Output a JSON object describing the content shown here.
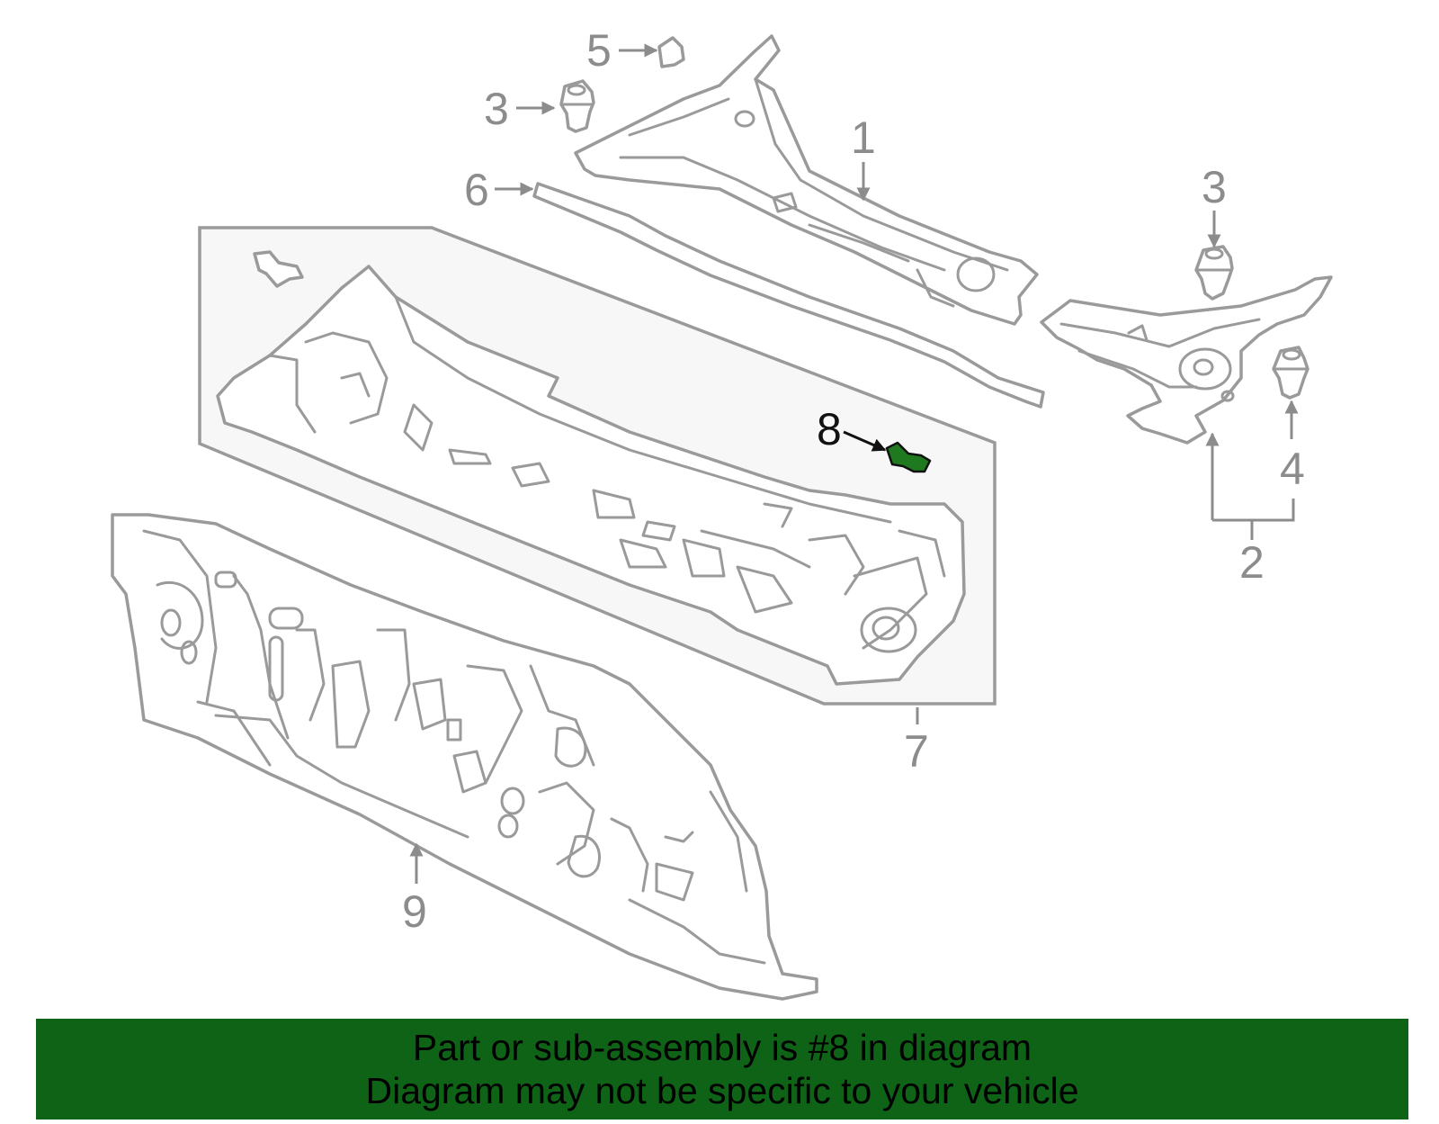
{
  "callouts": {
    "c1": "1",
    "c2": "2",
    "c3a": "3",
    "c3b": "3",
    "c4": "4",
    "c5": "5",
    "c6": "6",
    "c7": "7",
    "c8": "8",
    "c9": "9"
  },
  "highlight_part": "8",
  "colors": {
    "line": "#9a9a9a",
    "highlight_part": "#1f7a1f",
    "banner_bg": "#0f6316",
    "panel_bg": "#f7f7f7"
  },
  "banner": {
    "line1": "Part or sub-assembly is #8 in diagram",
    "line2": "Diagram may not be specific to your vehicle"
  }
}
